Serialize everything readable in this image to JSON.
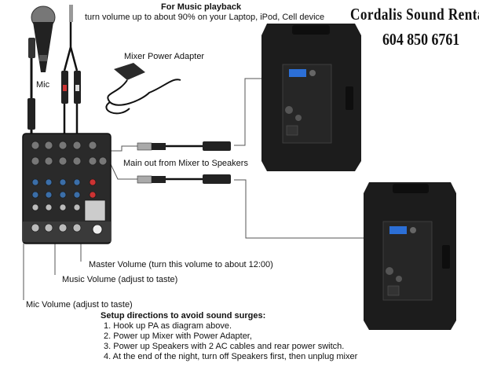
{
  "header": {
    "title": "For Music playback",
    "subtitle": "turn volume up to about 90% on your Laptop, iPod, Cell device"
  },
  "brand": {
    "name": "Cordalis Sound Rentals",
    "phone": "604 850 6761"
  },
  "labels": {
    "mixer_power": "Mixer Power Adapter",
    "mic": "Mic",
    "main_out": "Main out from Mixer to Speakers",
    "master_volume": "Master Volume (turn this volume to about 12:00)",
    "music_volume": "Music Volume (adjust to taste)",
    "mic_volume": "Mic Volume (adjust to taste)"
  },
  "directions": {
    "heading": "Setup directions to avoid sound surges:",
    "steps": [
      "1. Hook up PA as diagram above.",
      "2. Power up Mixer with Power Adapter,",
      "3. Power up Speakers with 2 AC cables and rear power switch.",
      "4. At the end of the night, turn off Speakers first, then unplug mixer"
    ]
  },
  "colors": {
    "speaker": "#1c1c1c",
    "mixer": "#2a2a2a",
    "line": "#555555",
    "cable": "#111111"
  }
}
